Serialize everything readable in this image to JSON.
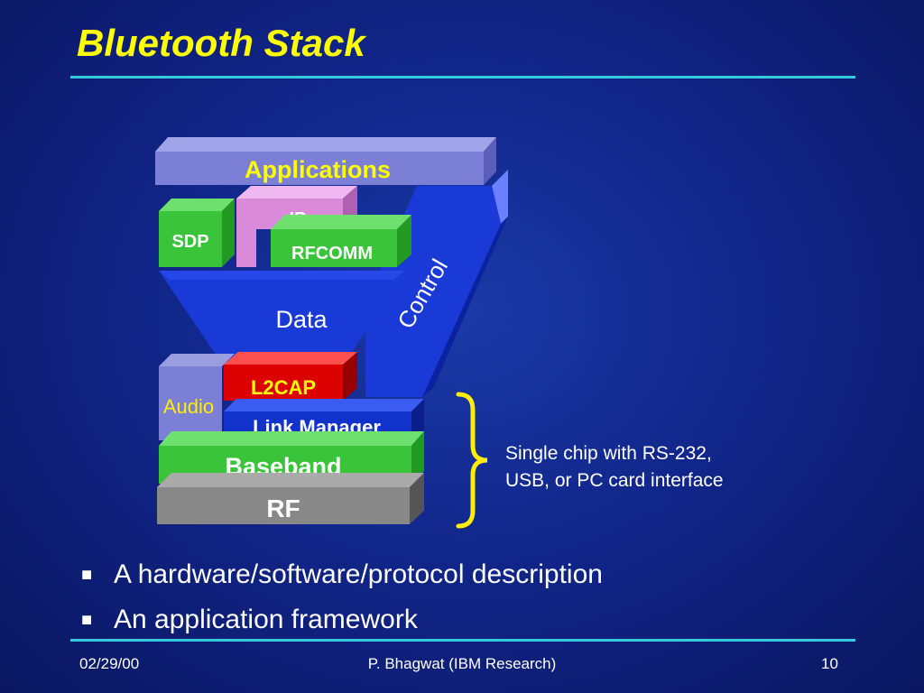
{
  "slide": {
    "title": "Bluetooth Stack"
  },
  "diagram": {
    "layers": {
      "applications": "Applications",
      "ip": "IP",
      "sdp": "SDP",
      "rfcomm": "RFCOMM",
      "data": "Data",
      "control": "Control",
      "audio": "Audio",
      "l2cap": "L2CAP",
      "link_manager": "Link Manager",
      "baseband": "Baseband",
      "rf": "RF"
    },
    "brace_note": {
      "line1": "Single chip with RS-232,",
      "line2": "USB,  or PC card interface"
    }
  },
  "bullets": [
    {
      "marker": "■",
      "text": "A hardware/software/protocol description"
    },
    {
      "marker": "■",
      "text": "An application framework"
    }
  ],
  "footer": {
    "date": "02/29/00",
    "author": "P. Bhagwat  (IBM Research)",
    "page": "10"
  },
  "colors": {
    "background": "#11268a",
    "title": "#ffff00",
    "rule": "#33ccdd",
    "applications": "#7b7fd6",
    "green_layer": "#3ac43a",
    "ip_layer": "#d98ad9",
    "data_control": "#1a3ad8",
    "l2cap": "#dd0000",
    "link_manager": "#1133cc",
    "rf": "#888888",
    "brace": "#ffee00"
  }
}
